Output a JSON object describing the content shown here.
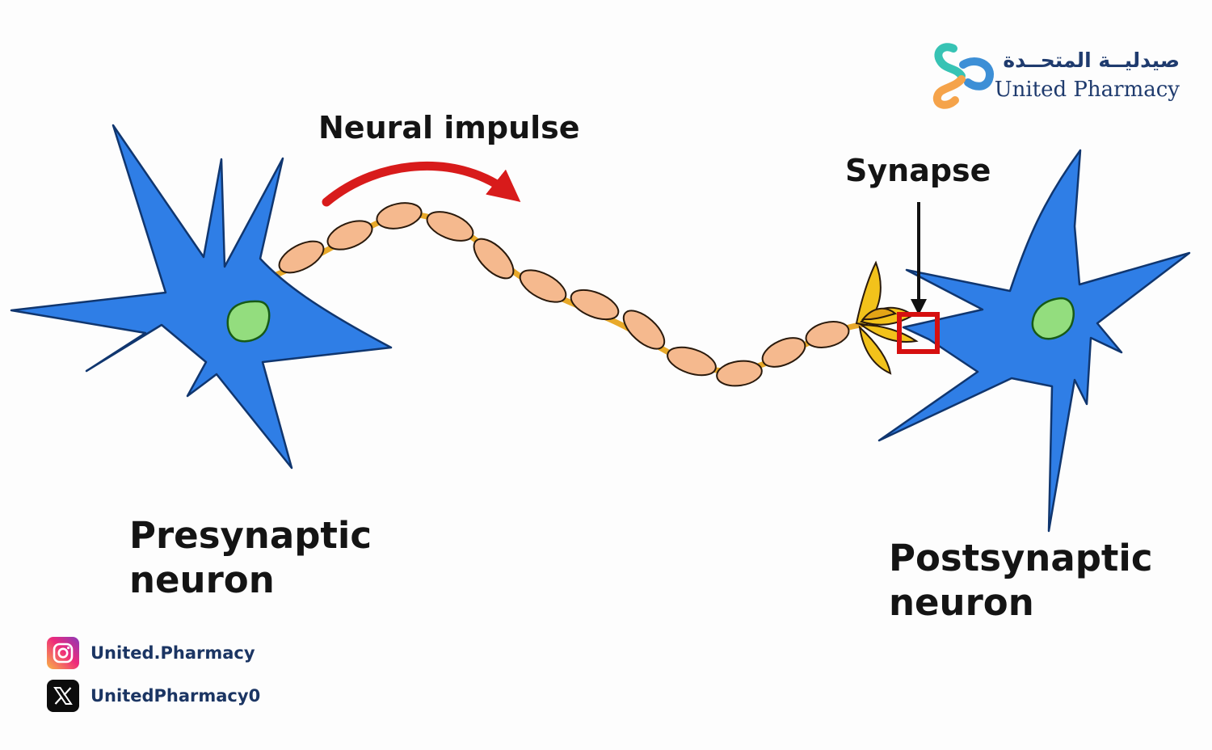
{
  "labels": {
    "impulse": "Neural impulse",
    "synapse": "Synapse",
    "presynaptic": [
      "Presynaptic",
      "neuron"
    ],
    "postsynaptic": [
      "Postsynaptic",
      "neuron"
    ]
  },
  "brand": {
    "name_ar": "صيدليــة المتحــدة",
    "name_en": "United Pharmacy"
  },
  "social": {
    "instagram": "United.Pharmacy",
    "x": "UnitedPharmacy0"
  },
  "colors": {
    "neuron": "#2f7ee6",
    "nucleus": "#93dd7e",
    "myelin": "#f5b98e",
    "axon": "#e8a92a",
    "terminal": "#f2c21b",
    "arrow": "#d81b1b",
    "synapse_box": "#d60f0f"
  }
}
